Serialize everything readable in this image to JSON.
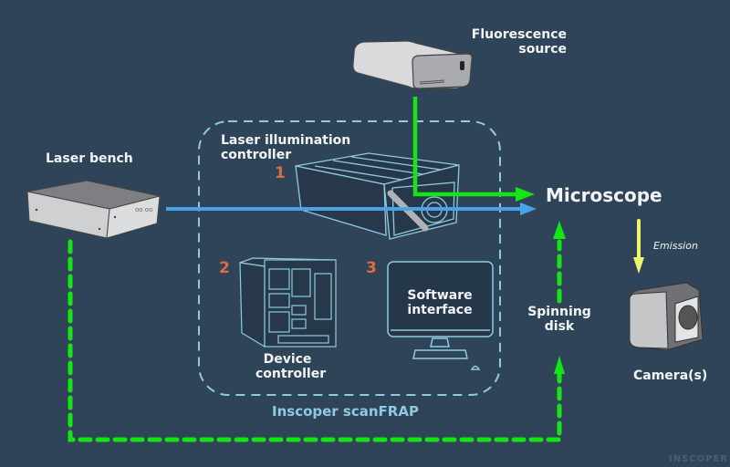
{
  "labels": {
    "fluorescence_source": "Fluorescence\nsource",
    "fluorescence_line1": "Fluorescence",
    "fluorescence_line2": "source",
    "laser_bench": "Laser bench",
    "laser_controller_line1": "Laser illumination",
    "laser_controller_line2": "controller",
    "microscope": "Microscope",
    "emission": "Emission",
    "spinning_disk_line1": "Spinning",
    "spinning_disk_line2": "disk",
    "camera": "Camera(s)",
    "device_controller_line1": "Device",
    "device_controller_line2": "controller",
    "software_line1": "Software",
    "software_line2": "interface",
    "system_name": "Inscoper scanFRAP",
    "watermark": "INSCOPER"
  },
  "numbers": {
    "one": "1",
    "two": "2",
    "three": "3"
  },
  "colors": {
    "background": "#304459",
    "laser_beam": "#4aa3e8",
    "fluorescence_beam": "#14e614",
    "emission": "#eef56a",
    "control_link": "#14e614",
    "box_outline": "#8ecbe0",
    "index_number": "#e06c3a"
  }
}
